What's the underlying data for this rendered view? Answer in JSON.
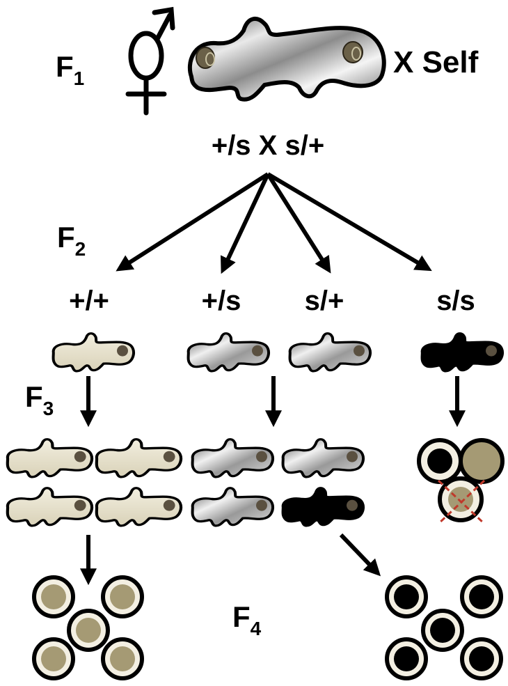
{
  "generations": {
    "f1": {
      "letter": "F",
      "sub": "1"
    },
    "f2": {
      "letter": "F",
      "sub": "2"
    },
    "f3": {
      "letter": "F",
      "sub": "3"
    },
    "f4": {
      "letter": "F",
      "sub": "4"
    }
  },
  "cross_label": "X Self",
  "parent_genotype": "+/s X s/+",
  "f2_genotypes": [
    "+/+",
    "+/s",
    "s/+",
    "s/s"
  ],
  "symbols": [
    "hermaphrodite-symbol"
  ],
  "colors": {
    "wildtype_body": "#e8e2cf",
    "hetero_body": "#b9b9b9",
    "mutant_body": "#000000",
    "eye": "#5a5040",
    "egg_wildtype": "#a59a74",
    "egg_rim": "#f3efe2",
    "reject_mark": "#c0392b"
  }
}
